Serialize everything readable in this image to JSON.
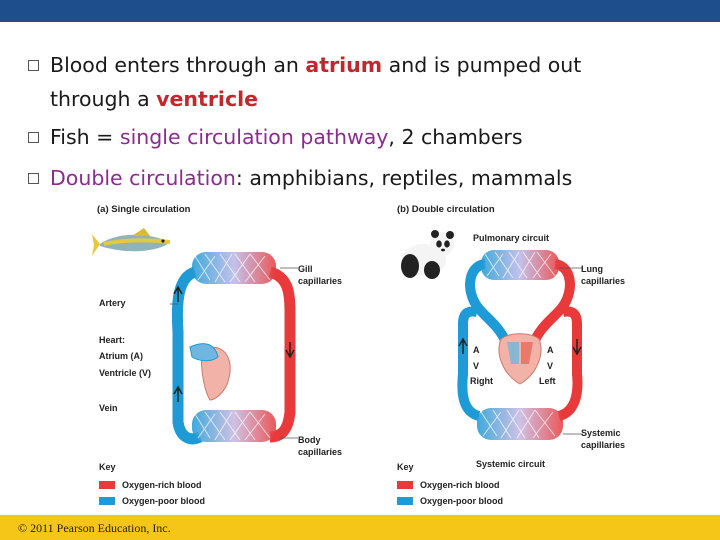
{
  "bullets": [
    {
      "seg1": "Blood enters through an ",
      "atrium": "atrium",
      "seg2": " and is pumped out",
      "line2a": "through a ",
      "ventricle": "ventricle"
    },
    {
      "seg1": "Fish = ",
      "pathway": "single circulation pathway",
      "seg2": ", 2 chambers"
    },
    {
      "seg1": "Double circulation",
      "seg2": ": amphibians, reptiles, mammals"
    }
  ],
  "figure_a": {
    "title": "(a) Single circulation",
    "labels": {
      "gill": "Gill",
      "gill2": "capillaries",
      "artery": "Artery",
      "heart": "Heart:",
      "atrium": "Atrium (A)",
      "ventricle": "Ventricle (V)",
      "vein": "Vein",
      "body": "Body",
      "body2": "capillaries"
    },
    "key": {
      "title": "Key",
      "rich": "Oxygen-rich blood",
      "poor": "Oxygen-poor blood"
    }
  },
  "figure_b": {
    "title": "(b) Double circulation",
    "labels": {
      "pulmonary": "Pulmonary circuit",
      "lung": "Lung",
      "lung2": "capillaries",
      "a_left": "A",
      "v_left": "V",
      "right": "Right",
      "a_right": "A",
      "v_right": "V",
      "left": "Left",
      "systemic": "Systemic",
      "systemic2": "capillaries",
      "systemic_circuit": "Systemic circuit"
    },
    "key": {
      "title": "Key",
      "rich": "Oxygen-rich blood",
      "poor": "Oxygen-poor blood"
    }
  },
  "footer": {
    "copyright": "© 2011 Pearson Education, Inc."
  },
  "colors": {
    "oxygen_rich": "#e83a3a",
    "oxygen_poor": "#1e9ad6",
    "header": "#1f4e8c",
    "footer": "#f5c518",
    "emphasis_red": "#c0282d",
    "emphasis_purple": "#8a2b8f"
  }
}
